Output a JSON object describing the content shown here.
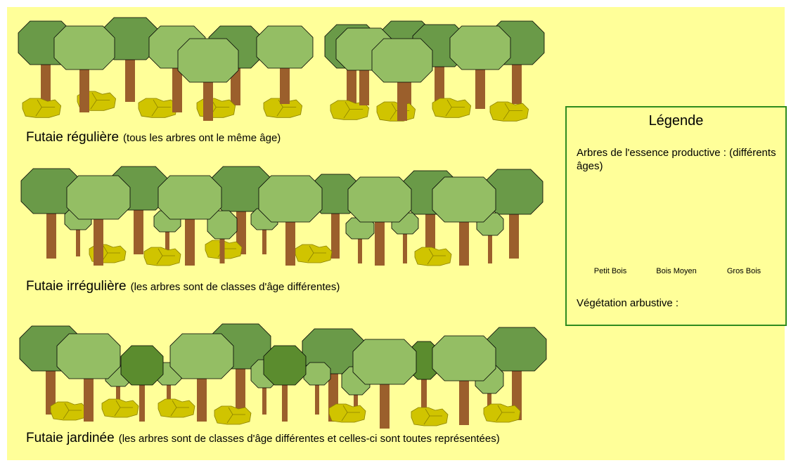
{
  "panels": [
    {
      "caption_main": "Futaie régulière",
      "caption_sub": "(tous les arbres ont le même âge)"
    },
    {
      "caption_main": "Futaie irrégulière",
      "caption_sub": "(les arbres sont de classes d'âge différentes)"
    },
    {
      "caption_main": "Futaie jardinée",
      "caption_sub": "(les arbres sont de classes d'âge différentes et celles-ci sont toutes représentées)"
    }
  ],
  "legend": {
    "title": "Légende",
    "subtitle": "Arbres de l'essence productive : (différents âges)",
    "classes": [
      "Petit Bois",
      "Bois Moyen",
      "Gros Bois"
    ],
    "shrub_label": "Végétation arbustive :"
  },
  "colors": {
    "background": "#ffff99",
    "crown_dark": "#6a9a48",
    "crown_light": "#94be64",
    "crown_medium": "#5b8c2e",
    "trunk": "#9b5f2c",
    "shrub": "#d0c400",
    "legend_border": "#2e8b1e"
  }
}
